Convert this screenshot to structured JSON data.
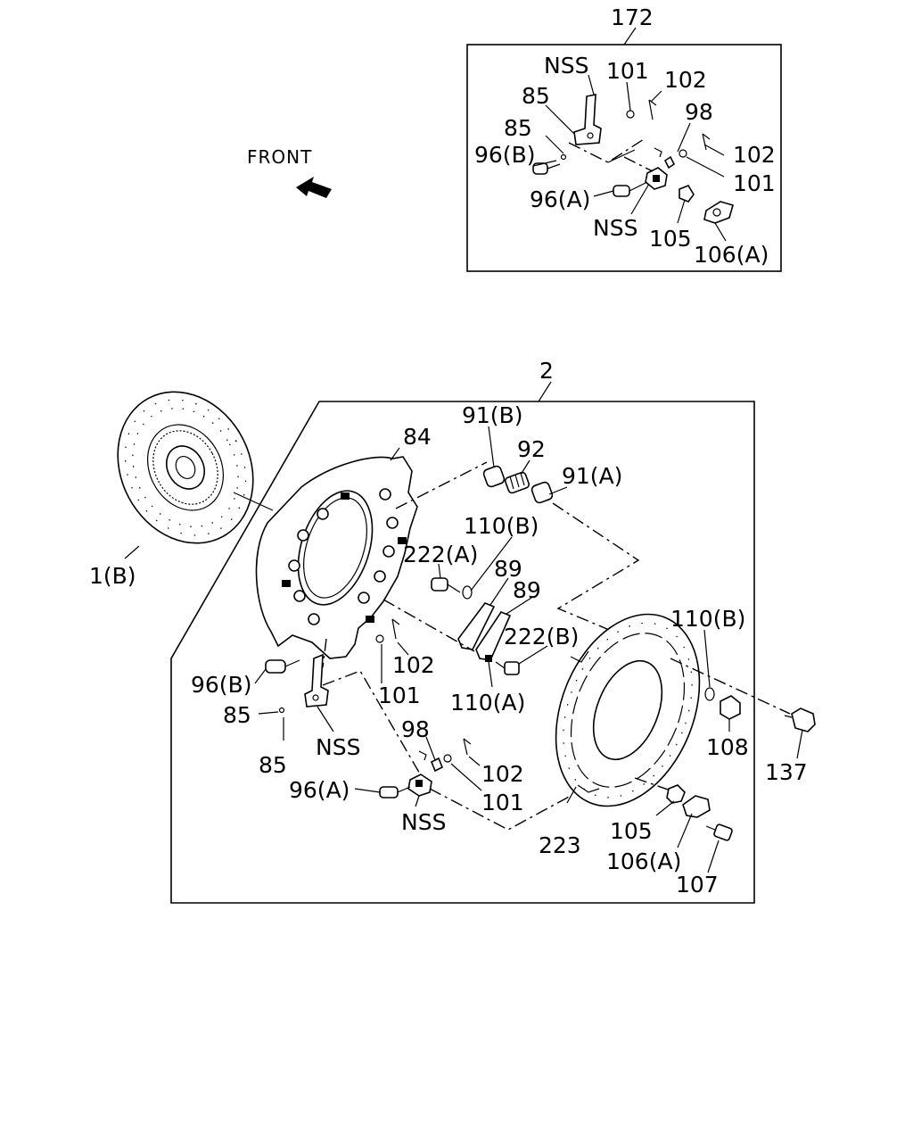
{
  "front_label": "FRONT",
  "inset": {
    "group_number": "172",
    "labels": {
      "nss_top": "NSS",
      "p101_top": "101",
      "p102_top": "102",
      "p85_a": "85",
      "p85_b": "85",
      "p98": "98",
      "p96b": "96(B)",
      "p102_right": "102",
      "p101_right": "101",
      "p96a": "96(A)",
      "nss_bottom": "NSS",
      "p105": "105",
      "p106a": "106(A)"
    }
  },
  "main": {
    "group_number": "2",
    "labels": {
      "p1b": "1(B)",
      "p84": "84",
      "p91b": "91(B)",
      "p92": "92",
      "p91a": "91(A)",
      "p110b_upper": "110(B)",
      "p222a": "222(A)",
      "p89_a": "89",
      "p89_b": "89",
      "p222b": "222(B)",
      "p110a": "110(A)",
      "p102": "102",
      "p101": "101",
      "p96b": "96(B)",
      "p85_a": "85",
      "p85_b": "85",
      "nss_a": "NSS",
      "p98": "98",
      "p102_low": "102",
      "p101_low": "101",
      "p96a": "96(A)",
      "nss_b": "NSS",
      "p110b_right": "110(B)",
      "p108": "108",
      "p137": "137",
      "p105": "105",
      "p106a": "106(A)",
      "p107": "107",
      "p223": "223"
    }
  }
}
